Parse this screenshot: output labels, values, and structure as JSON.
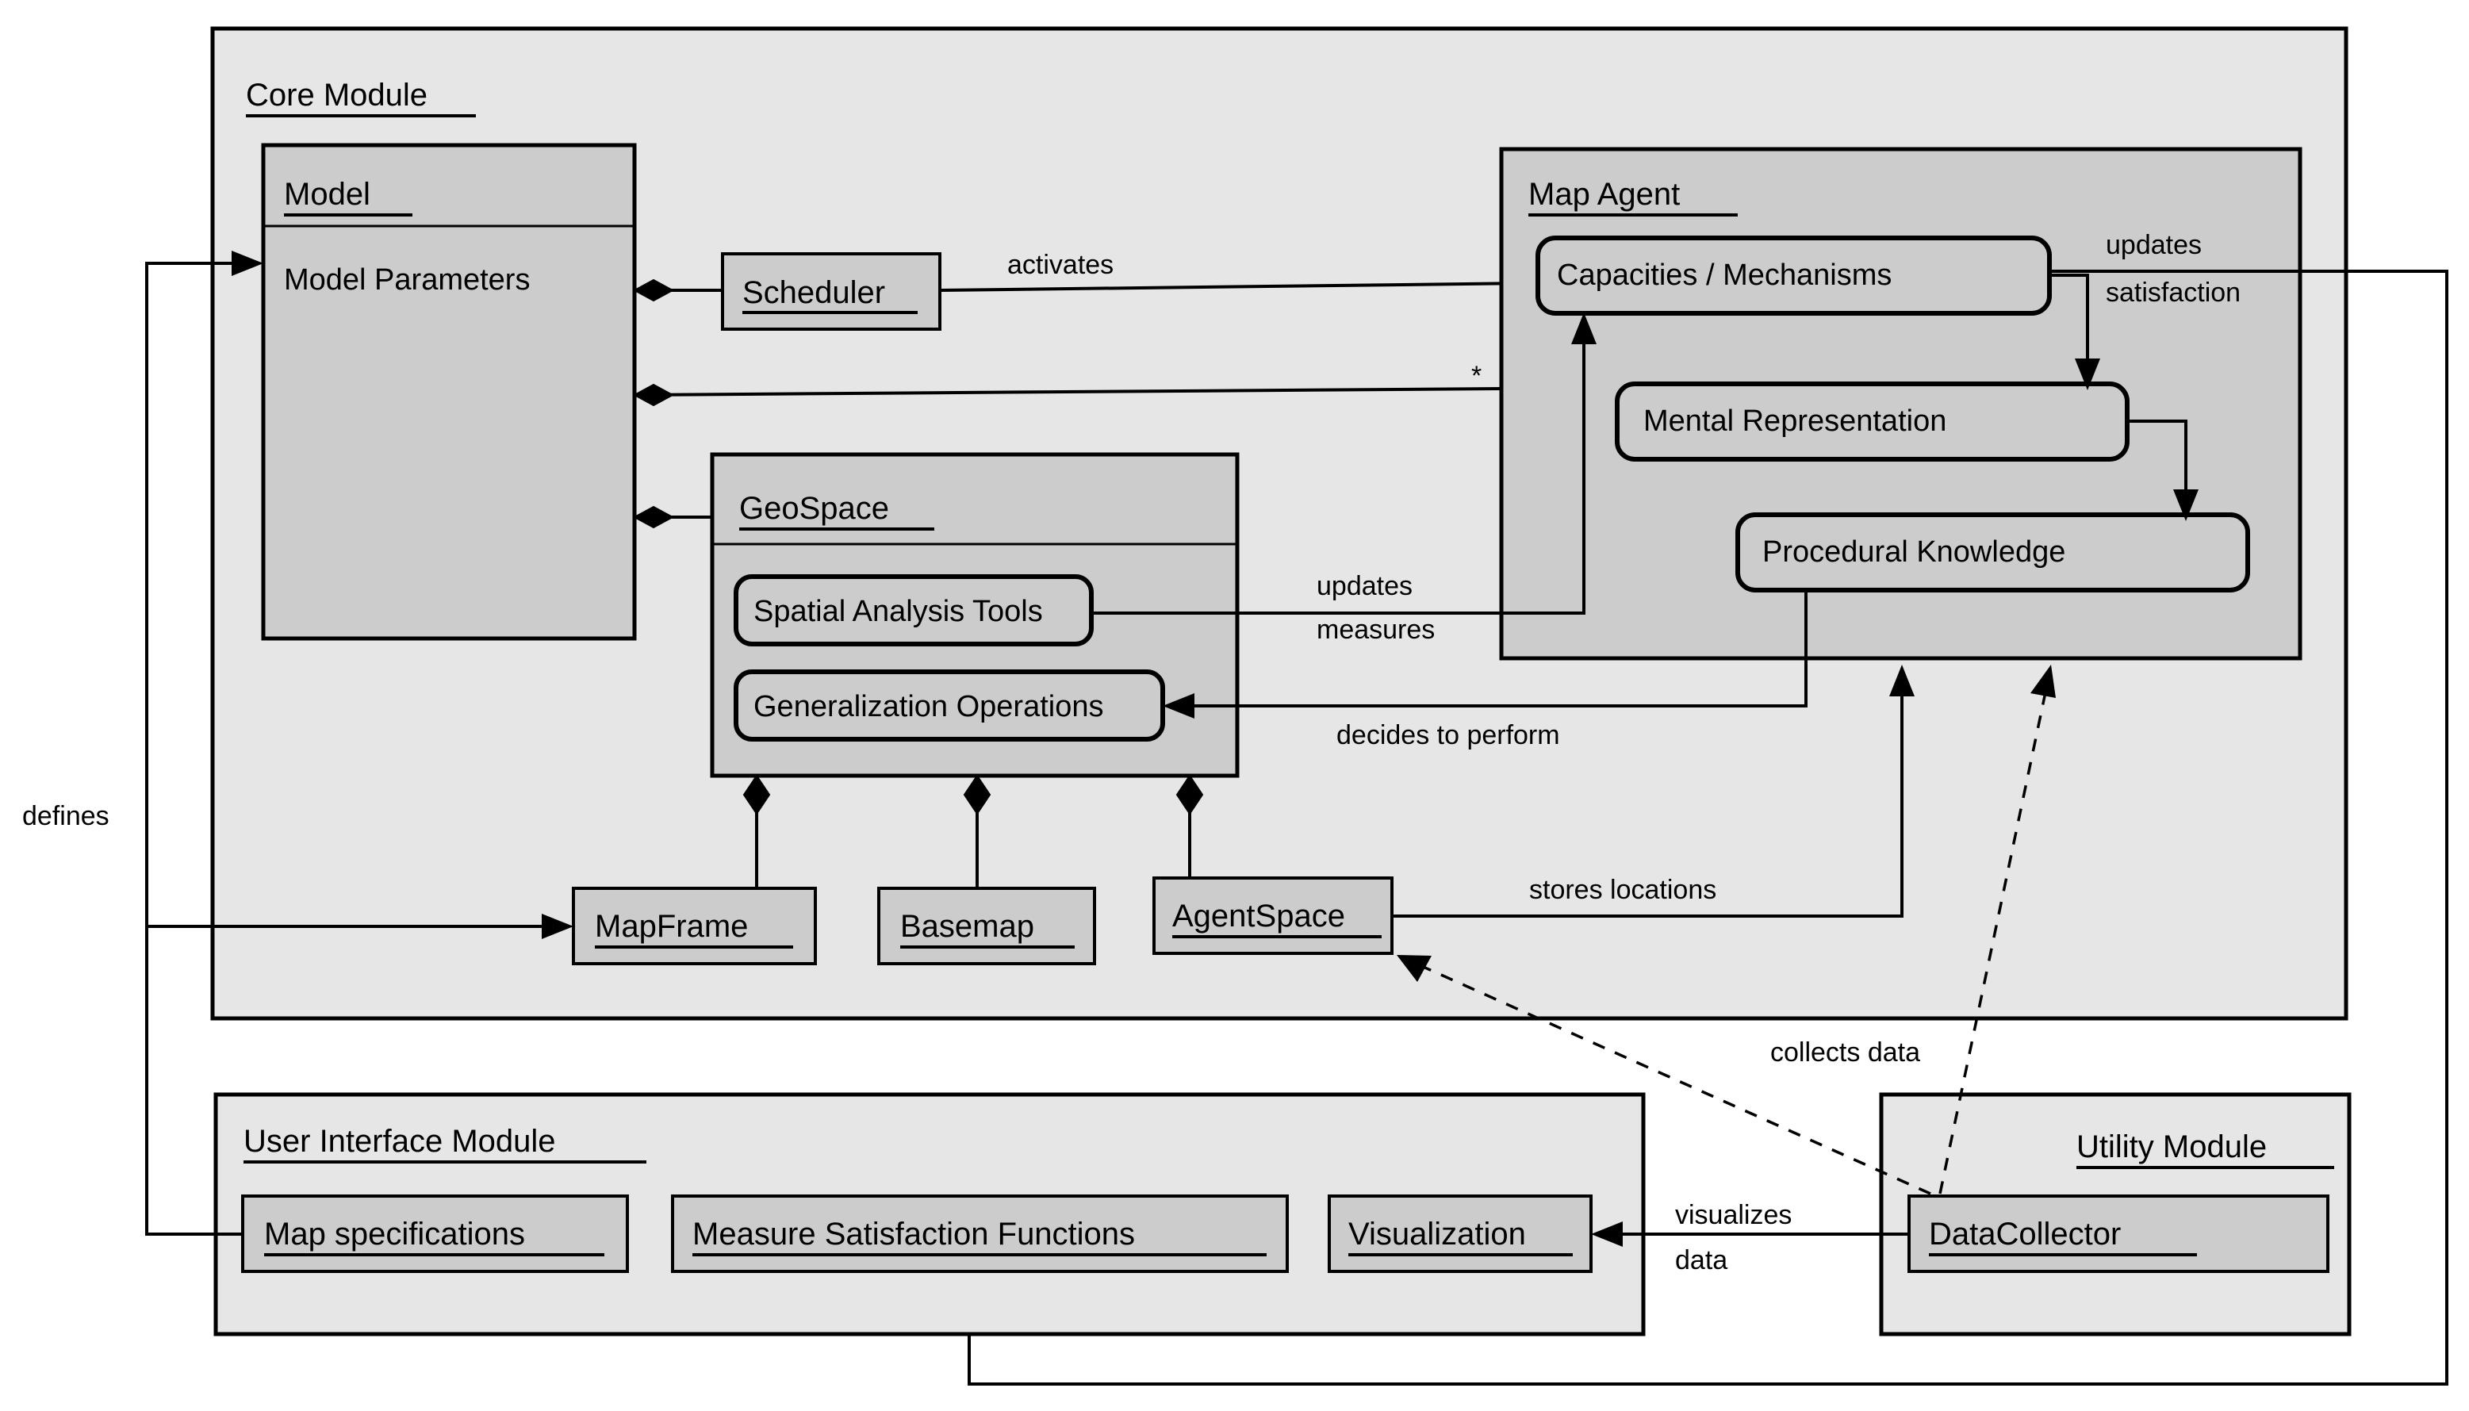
{
  "diagram": {
    "title": "Agent-based map generalization system architecture",
    "type": "uml-component-diagram",
    "colors": {
      "module_fill": "#e6e6e6",
      "class_fill": "#cccccc",
      "stroke": "#000000",
      "background": "#ffffff"
    }
  },
  "modules": [
    {
      "id": "core",
      "label": "Core Module"
    },
    {
      "id": "ui",
      "label": "User Interface Module"
    },
    {
      "id": "utility",
      "label": "Utility Module"
    }
  ],
  "core_module": {
    "label": "Core Module",
    "model": {
      "name": "Model",
      "attributes": [
        "Model Parameters"
      ]
    },
    "scheduler": {
      "name": "Scheduler"
    },
    "geospace": {
      "name": "GeoSpace",
      "members": [
        "Spatial Analysis Tools",
        "Generalization Operations"
      ]
    },
    "map_agent": {
      "name": "Map Agent",
      "members": [
        "Capacities / Mechanisms",
        "Mental Representation",
        "Procedural Knowledge"
      ]
    },
    "spaces": [
      {
        "name": "MapFrame"
      },
      {
        "name": "Basemap"
      },
      {
        "name": "AgentSpace"
      }
    ]
  },
  "ui_module": {
    "label": "User Interface Module",
    "classes": [
      {
        "name": "Map specifications"
      },
      {
        "name": "Measure Satisfaction Functions"
      },
      {
        "name": "Visualization"
      }
    ]
  },
  "utility_module": {
    "label": "Utility Module",
    "classes": [
      {
        "name": "DataCollector"
      }
    ]
  },
  "edge_labels": {
    "activates": "activates",
    "multiplicity_star": "*",
    "updates_satisfaction_line1": "updates",
    "updates_satisfaction_line2": "satisfaction",
    "updates_measures_line1": "updates",
    "updates_measures_line2": "measures",
    "decides_to_perform": "decides to perform",
    "stores_locations": "stores locations",
    "collects_data": "collects data",
    "visualizes_data_line1": "visualizes",
    "visualizes_data_line2": "data",
    "defines": "defines"
  }
}
